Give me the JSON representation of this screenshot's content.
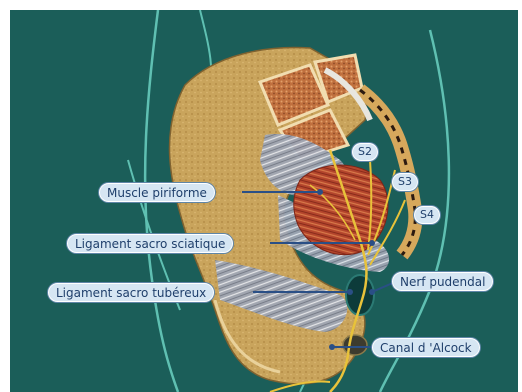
{
  "diagram": {
    "labels": {
      "muscle_piriforme": "Muscle piriforme",
      "ligament_sacro_sciatique": "Ligament sacro sciatique",
      "ligament_sacro_tubereux": "Ligament sacro tubéreux",
      "nerf_pudendal": "Nerf pudendal",
      "canal_alcock": "Canal d 'Alcock"
    },
    "vertebra_levels": [
      "S2",
      "S3",
      "S4"
    ]
  },
  "colors": {
    "background": "#1b5e59",
    "bone": "#c9a45c",
    "label_fill": "#d6e6f3",
    "label_text": "#1f3f6b",
    "leader_line": "#2a4f86",
    "nerve": "#e8c23a"
  }
}
